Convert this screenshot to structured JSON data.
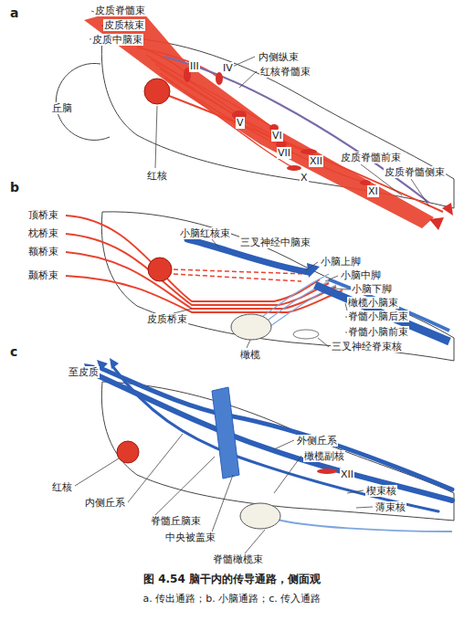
{
  "diagram": {
    "caption": "图 4.54 脑干内的传导通路，侧面观",
    "labels": [
      "a",
      "皮质脊髓束",
      "皮质核束",
      "皮质中脑束",
      "III",
      "IV",
      "内侧纵束",
      "红核脊髓束",
      "丘脑",
      "V",
      "VI",
      "VII",
      "XII",
      "红核",
      "X",
      "XI",
      "皮质脊髓前束",
      "皮质脊髓侧束",
      "b",
      "顶桥束",
      "枕桥束",
      "额桥束",
      "颞桥束",
      "小脑红核束",
      "三叉神经中脑束",
      "小脑上脚",
      "小脑中脚",
      "小脑下脚",
      "橄榄小脑束",
      "脊髓小脑后束",
      "脊髓小脑前束",
      "三叉神经脊束核",
      "皮质桥束",
      "橄榄",
      "c",
      "至皮质",
      "外侧丘系",
      "橄榄副核",
      "红核",
      "XII",
      "楔束核",
      "薄束核",
      "内侧丘系",
      "脊髓丘脑束",
      "中央被盖束",
      "脊髓橄榄束",
      "a. 传出通路；b. 小脑通路；c. 传入通路"
    ]
  }
}
